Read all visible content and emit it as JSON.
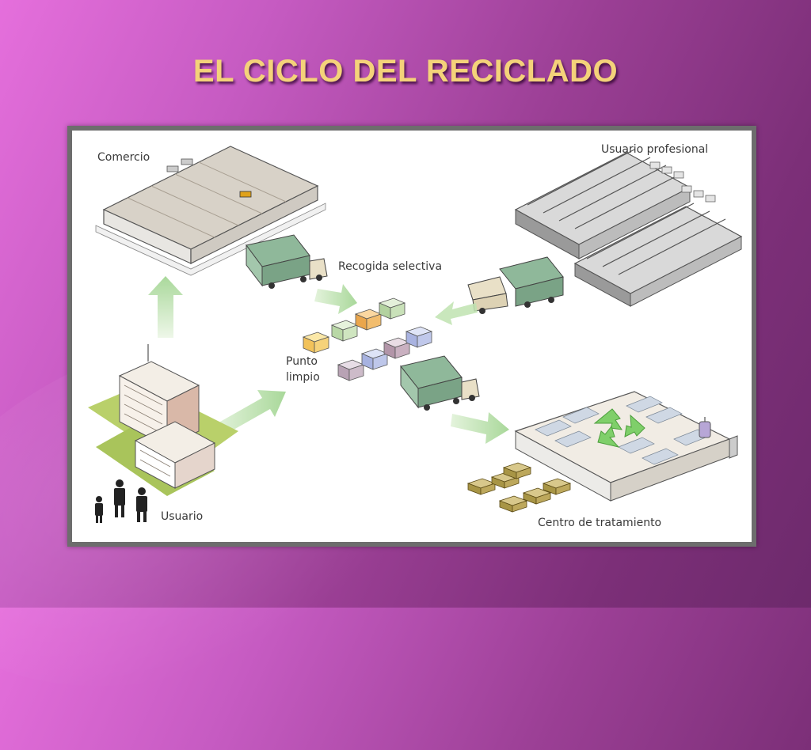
{
  "slide": {
    "title": "EL CICLO DEL RECICLADO"
  },
  "diagram": {
    "labels": {
      "comercio": "Comercio",
      "usuario_profesional": "Usuario profesional",
      "recogida_selectiva": "Recogida selectiva",
      "punto_limpio_line1": "Punto",
      "punto_limpio_line2": "limpio",
      "usuario": "Usuario",
      "centro_tratamiento": "Centro de tratamiento"
    },
    "colors": {
      "arrow": "#bfe3b0",
      "truck_cargo": "#8fb89a",
      "truck_cab": "#e9e0c7",
      "grass": "#b9d06a",
      "recycle_symbol": "#7fcf6a"
    },
    "icons": [
      "store-building-icon",
      "greenhouse-icon",
      "truck-icon",
      "container-box-icon",
      "apartment-building-icon",
      "people-icon",
      "treatment-plant-icon",
      "recycle-icon",
      "bale-icon",
      "silo-icon",
      "arrow-icon"
    ]
  }
}
